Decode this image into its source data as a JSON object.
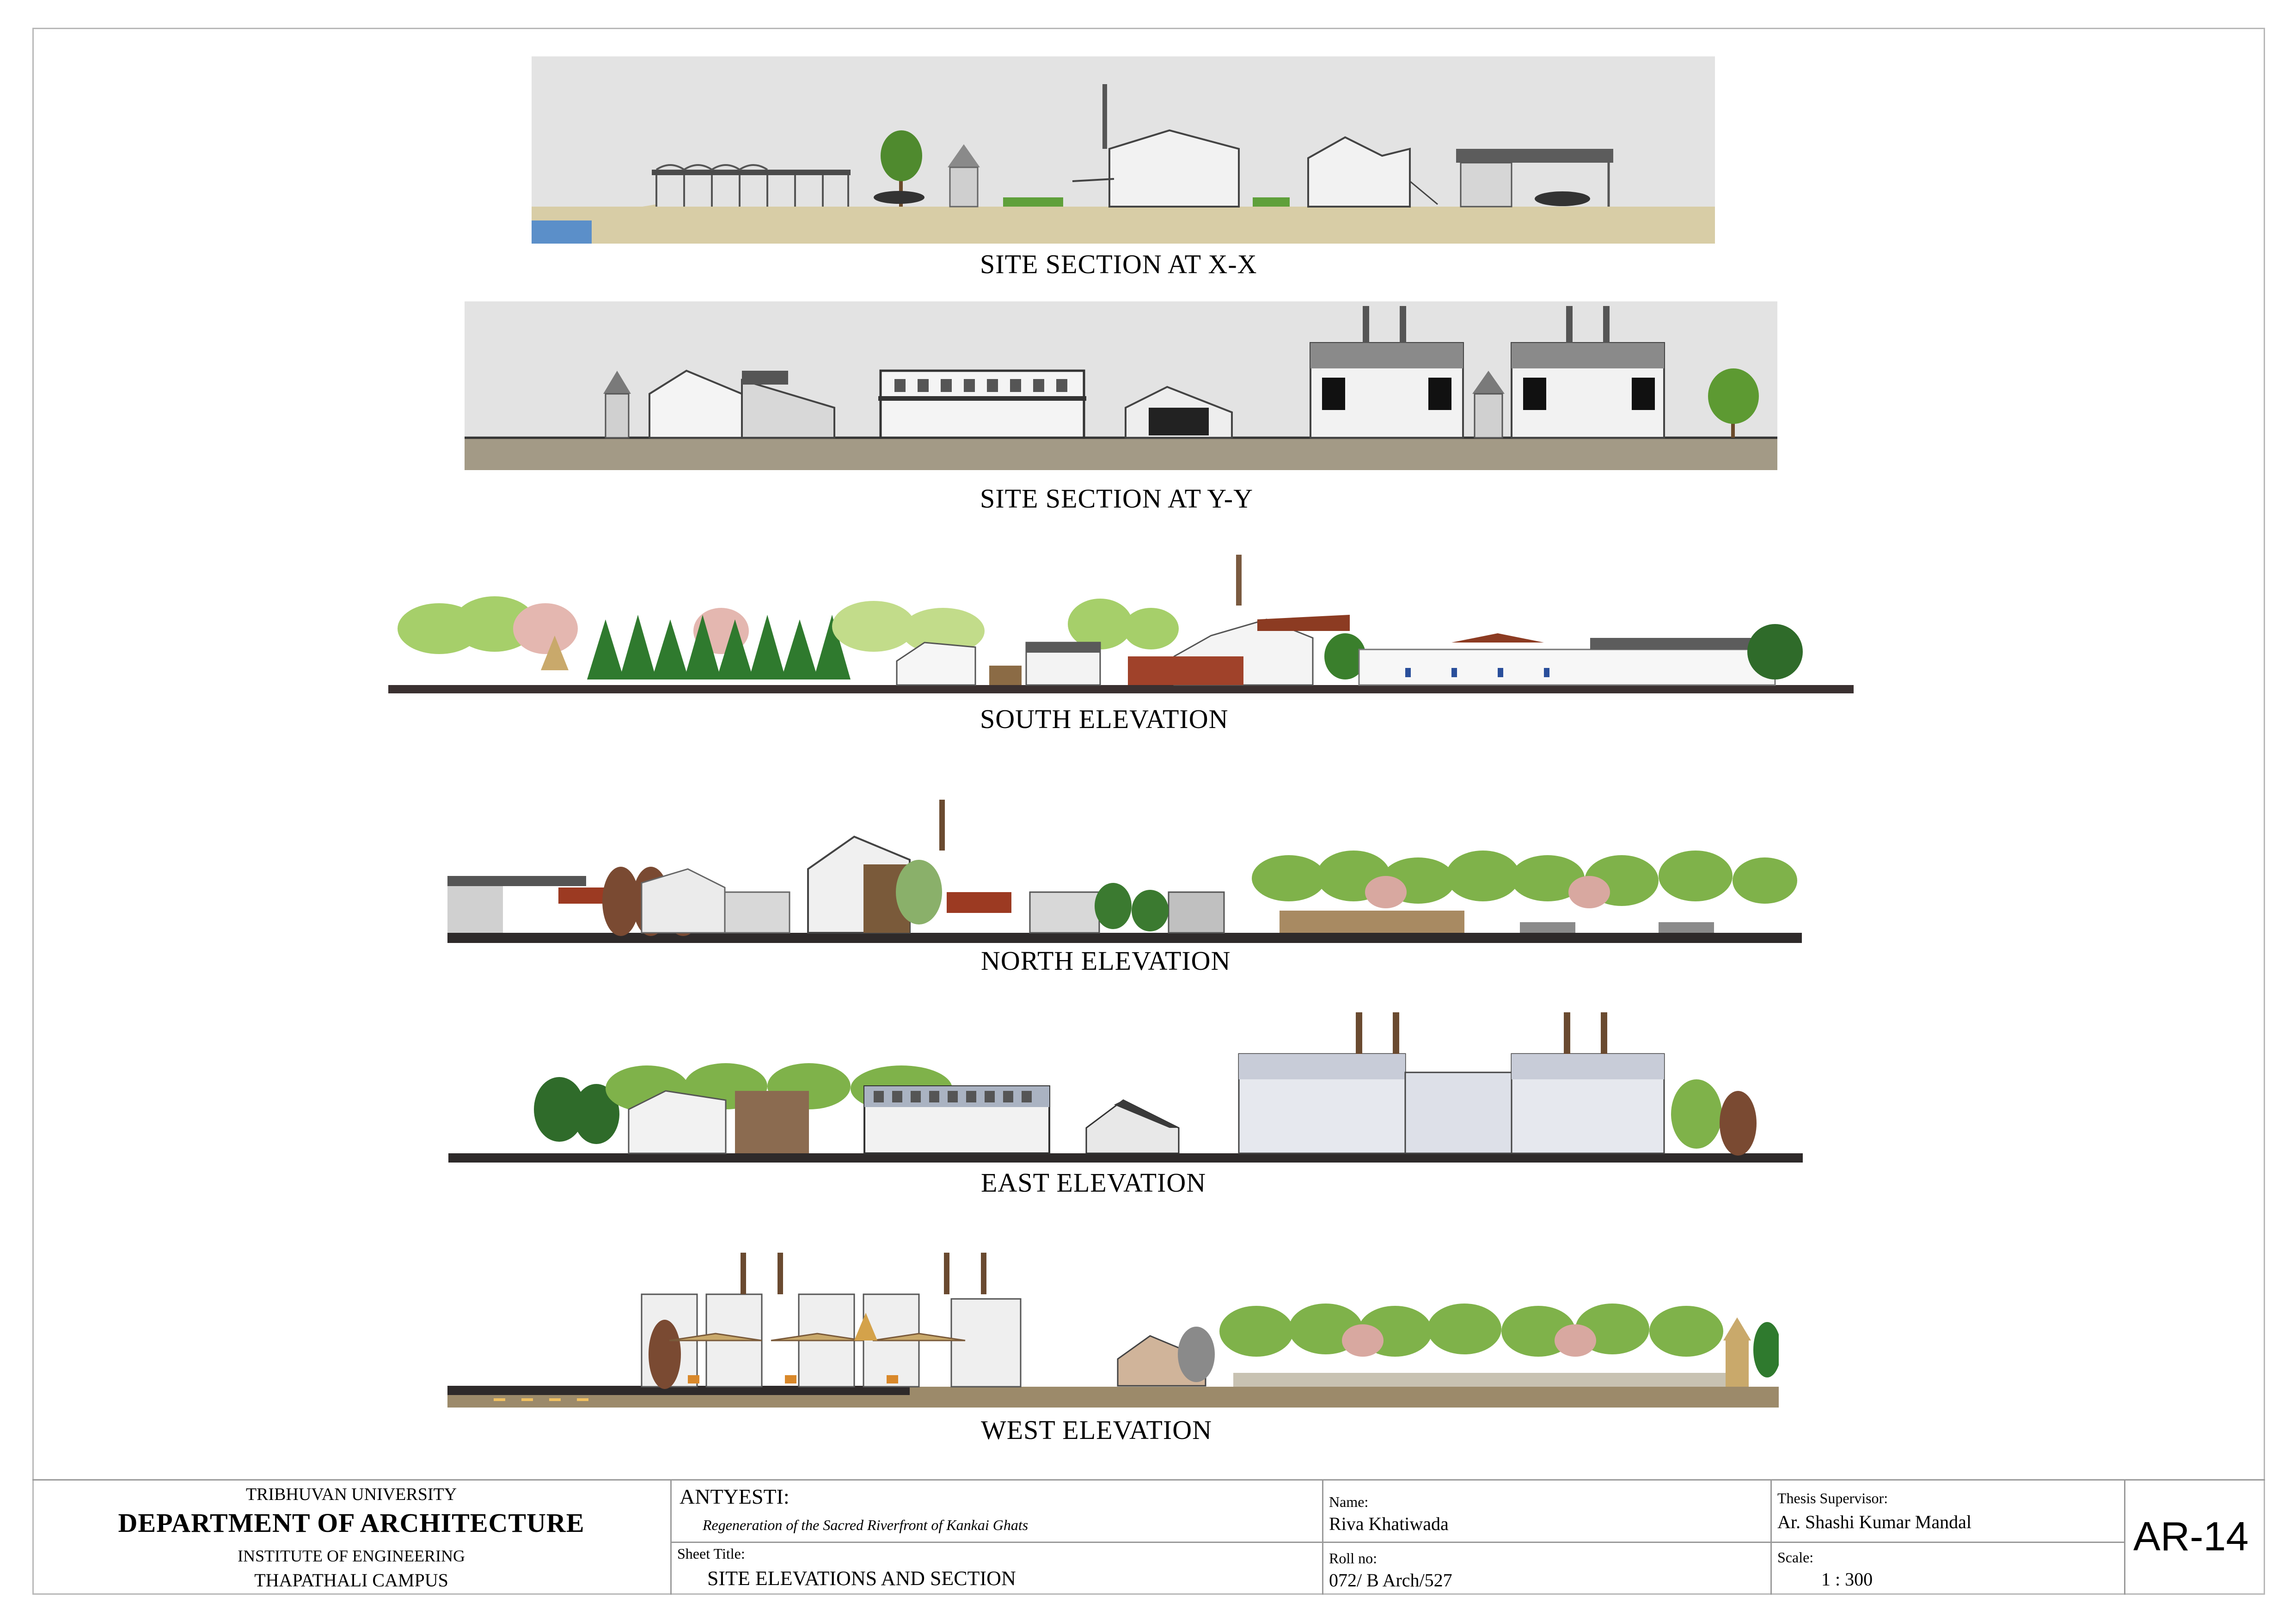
{
  "drawings": [
    {
      "caption": "SITE SECTION AT X-X"
    },
    {
      "caption": "SITE SECTION AT Y-Y"
    },
    {
      "caption": "SOUTH ELEVATION"
    },
    {
      "caption": "NORTH ELEVATION"
    },
    {
      "caption": "EAST ELEVATION"
    },
    {
      "caption": "WEST ELEVATION"
    }
  ],
  "title_block": {
    "university": "TRIBHUVAN UNIVERSITY",
    "department": "DEPARTMENT OF ARCHITECTURE",
    "institute": "INSTITUTE OF ENGINEERING",
    "campus": "THAPATHALI CAMPUS",
    "project_title": "ANTYESTI:",
    "project_subtitle": "Regeneration of the Sacred Riverfront of Kankai Ghats",
    "sheet_title_label": "Sheet Title:",
    "sheet_title": "SITE ELEVATIONS AND SECTION",
    "name_label": "Name:",
    "name": "Riva Khatiwada",
    "roll_label": "Roll no:",
    "roll": "072/ B Arch/527",
    "supervisor_label": "Thesis Supervisor:",
    "supervisor": "Ar. Shashi Kumar Mandal",
    "scale_label": "Scale:",
    "scale": "1 : 300",
    "sheet_number": "AR-14"
  },
  "colors": {
    "sky": "#e3e3e3",
    "ground": "#d8cda6",
    "water": "#5b8fc9",
    "tree_green": "#6fa83a",
    "tree_dark": "#2f6b2a",
    "roof_grey": "#5c5c5c",
    "brick_red": "#9c3a22",
    "earth_brown": "#7a6848"
  }
}
